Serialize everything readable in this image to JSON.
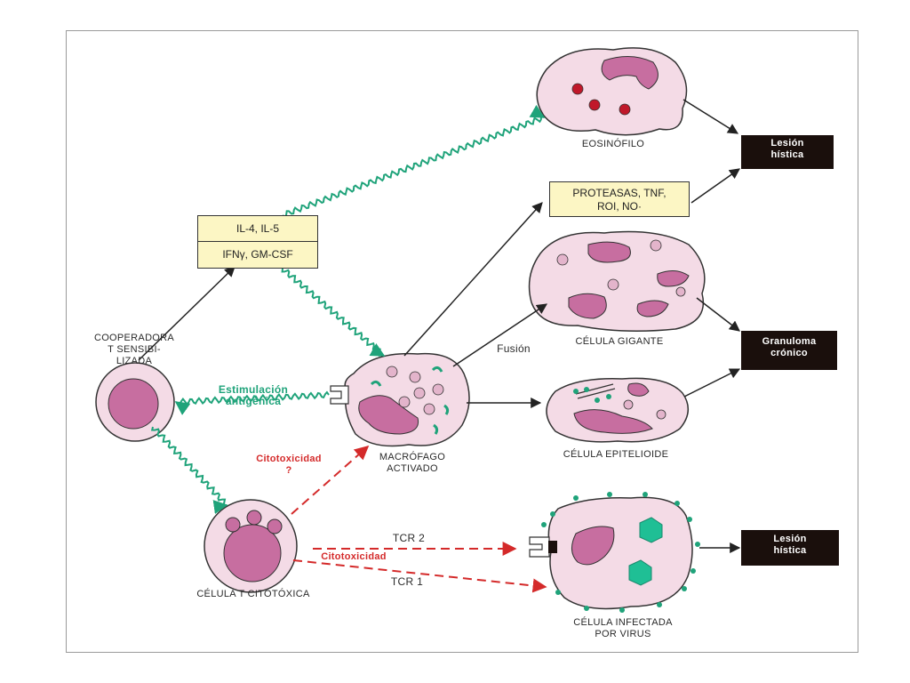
{
  "cytokine_box": {
    "line1": "IL-4, IL-5",
    "line2": "IFNγ, GM-CSF"
  },
  "products_box": {
    "line1": "PROTEASAS, TNF,",
    "line2": "ROI, NO·"
  },
  "cells": {
    "helper": "COOPERADORA\nT SENSIBI-\nLIZADA",
    "eosinophil": "EOSINÓFILO",
    "giant": "CÉLULA GIGANTE",
    "macrophage": "MACRÓFAGO\nACTIVADO",
    "epithelioid": "CÉLULA EPITELIOIDE",
    "cytotoxic": "CÉLULA T CITOTÓXICA",
    "infected": "CÉLULA INFECTADA\nPOR VIRUS"
  },
  "outcomes": {
    "lesion1": "Lesión\nhística",
    "granuloma": "Granuloma\ncrónico",
    "lesion2": "Lesión\nhística"
  },
  "arrow_labels": {
    "fusion": "Fusión",
    "stimulation": "Estimulación\nantigénica",
    "cytotox_q": "Citotoxicidad\n?",
    "cytotox": "Citotoxicidad",
    "tcr2": "TCR 2",
    "tcr1": "TCR 1"
  },
  "colors": {
    "cell_fill": "#f4dbe6",
    "nucleus": "#c76ea0",
    "granule_red": "#c0182a",
    "green_arrow": "#1fa37a",
    "red_arrow": "#d42a2a",
    "yellow_box": "#fcf6c4",
    "black_box": "#1a0f0c"
  }
}
